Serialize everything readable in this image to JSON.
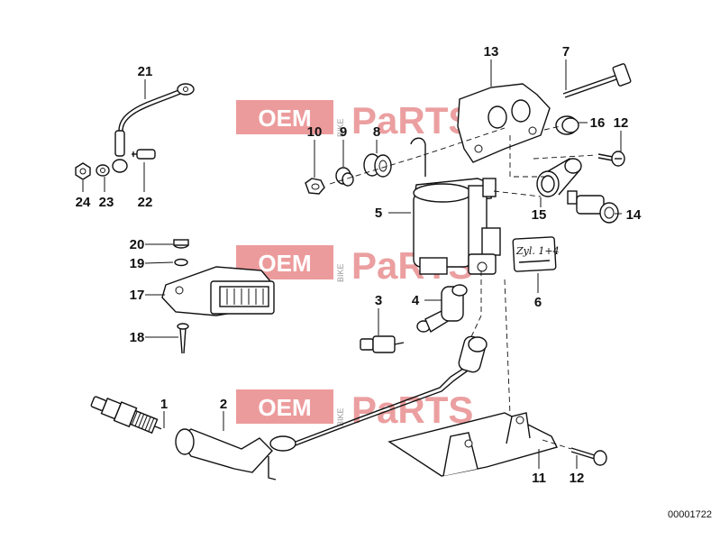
{
  "watermark": {
    "oem": "OEM",
    "bike": "BIKE",
    "parts": "PaRTS"
  },
  "callouts": [
    "21",
    "24",
    "23",
    "22",
    "10",
    "9",
    "8",
    "13",
    "7",
    "16",
    "12",
    "15",
    "14",
    "5",
    "20",
    "19",
    "17",
    "18",
    "3",
    "4",
    "6",
    "1",
    "2",
    "11",
    "12"
  ],
  "label_text": "Zyl. 1+4",
  "drawing_code": "00001722"
}
